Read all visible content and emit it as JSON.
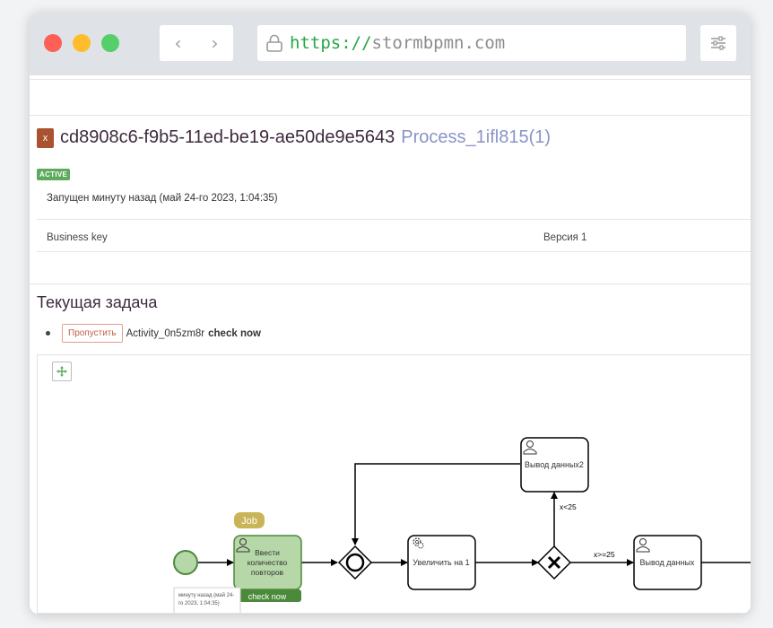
{
  "browser": {
    "url_scheme": "https://",
    "url_host": "stormbpmn.com"
  },
  "header": {
    "close_badge": "x",
    "instance_id": "cd8908c6-f9b5-11ed-be19-ae50de9e5643",
    "process_name": "Process_1ifl815(1)",
    "status": "ACTIVE",
    "started_text": "Запущен минуту назад (май 24-го 2023, 1:04:35)",
    "business_key_label": "Business key",
    "version_label": "Версия 1"
  },
  "current_task": {
    "title": "Текущая задача",
    "skip_label": "Пропустить",
    "activity_id": "Activity_0n5zm8r",
    "check_now": "check now"
  },
  "diagram": {
    "job_badge": "Job",
    "task_enter_lines": [
      "Ввести",
      "количество",
      "повторов"
    ],
    "check_now_bar": "check now",
    "tooltip_lines": [
      "минуту назад (май 24-",
      "го 2023, 1:04:35)"
    ],
    "task_increment": "Увеличить на 1",
    "task_output2": "Вывод данных2",
    "task_output": "Вывод данных",
    "cond_lt": "x<25",
    "cond_ge": "x>=25"
  },
  "colors": {
    "active_badge": "#5cab5c",
    "job_badge": "#c9b458",
    "highlight_task": "#b6d7a8",
    "check_now_bar": "#4c8a3b",
    "process_name": "#8a93c6",
    "url_scheme": "#27a644"
  }
}
